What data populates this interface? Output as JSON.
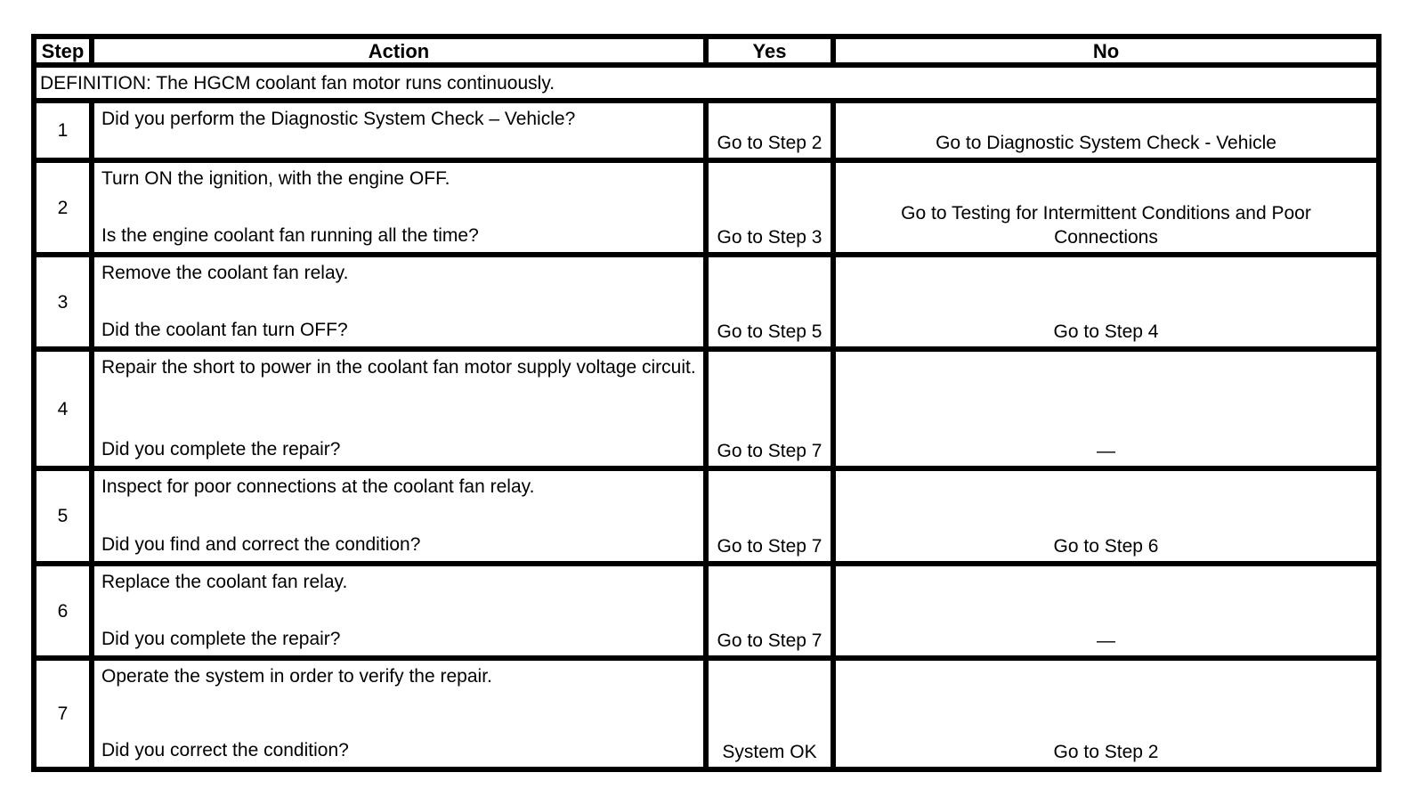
{
  "colors": {
    "border": "#000000",
    "text": "#000000",
    "background": "#ffffff"
  },
  "headers": {
    "step": "Step",
    "action": "Action",
    "yes": "Yes",
    "no": "No"
  },
  "definition": "DEFINITION: The HGCM coolant fan motor runs continuously.",
  "rows": [
    {
      "step": "1",
      "action": "Did you perform the Diagnostic System Check – Vehicle?",
      "question": "",
      "yes": "Go to Step 2",
      "no": "Go to Diagnostic System Check - Vehicle"
    },
    {
      "step": "2",
      "action": "Turn ON the ignition, with the engine OFF.",
      "question": "Is the engine coolant fan running all the time?",
      "yes": "Go to Step 3",
      "no": "Go to Testing for Intermittent Conditions and Poor Connections"
    },
    {
      "step": "3",
      "action": "Remove the coolant fan relay.",
      "question": "Did the coolant fan turn OFF?",
      "yes": "Go to Step 5",
      "no": "Go to Step 4"
    },
    {
      "step": "4",
      "action": "Repair the short to power in the coolant fan motor supply voltage circuit.",
      "question": "Did you complete the repair?",
      "yes": "Go to Step 7",
      "no": "—"
    },
    {
      "step": "5",
      "action": "Inspect for poor connections at the coolant fan relay.",
      "question": "Did you find and correct the condition?",
      "yes": "Go to Step 7",
      "no": "Go to Step 6"
    },
    {
      "step": "6",
      "action": "Replace the coolant fan relay.",
      "question": "Did you complete the repair?",
      "yes": "Go to Step 7",
      "no": "—"
    },
    {
      "step": "7",
      "action": "Operate the system in order to verify the repair.",
      "question": "Did you correct the condition?",
      "yes": "System OK",
      "no": "Go to Step 2"
    }
  ]
}
